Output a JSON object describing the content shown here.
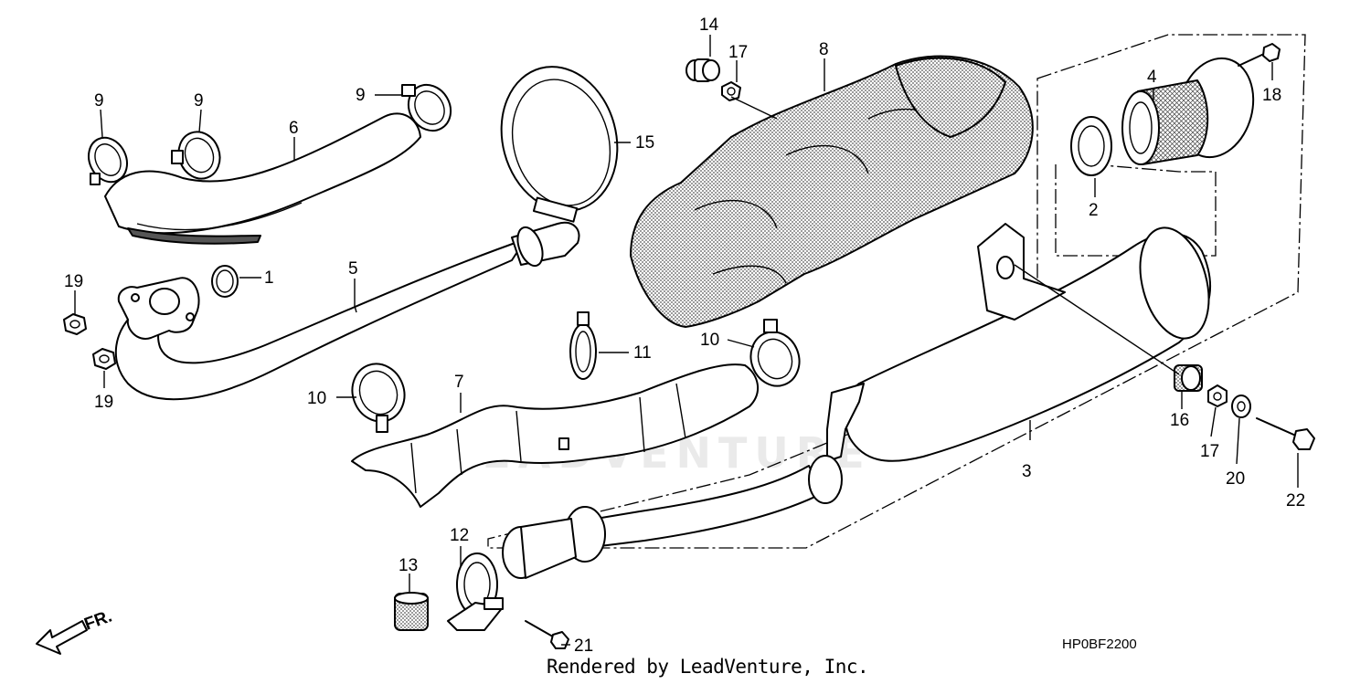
{
  "diagram": {
    "callouts": [
      "14",
      "17",
      "8",
      "9",
      "9",
      "9",
      "6",
      "15",
      "4",
      "18",
      "2",
      "1",
      "5",
      "19",
      "19",
      "10",
      "11",
      "10",
      "7",
      "16",
      "17",
      "20",
      "22",
      "3",
      "12",
      "13",
      "21"
    ],
    "watermark": "LEADVENTURE",
    "diagram_code": "HP0BF2200",
    "front_marker": "FR.",
    "credit": "Rendered by LeadVenture, Inc."
  }
}
